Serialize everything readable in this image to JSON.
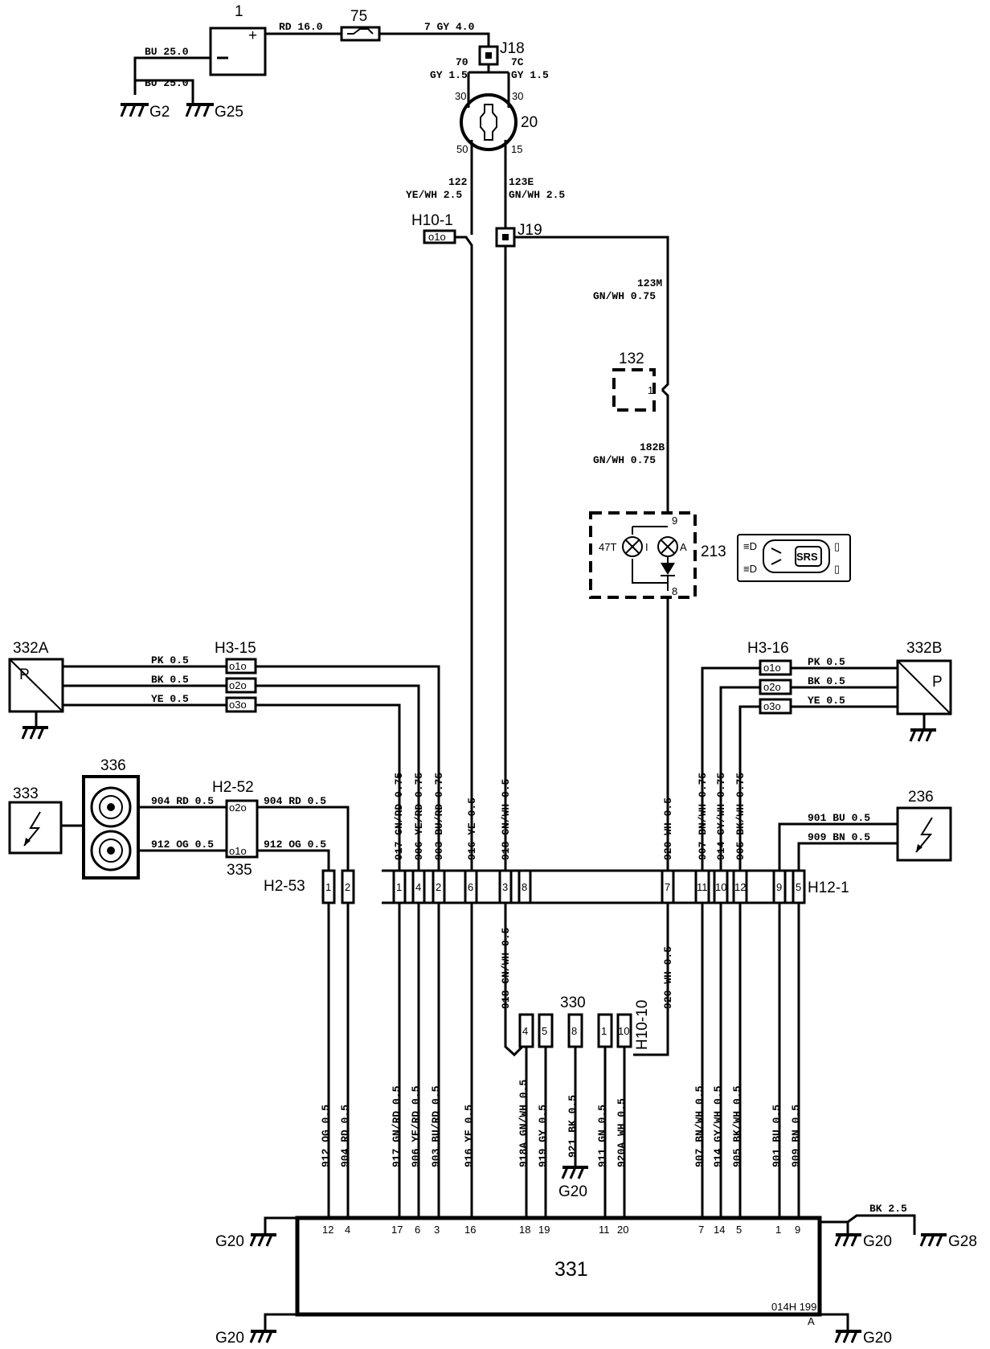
{
  "components": {
    "battery": "1",
    "fuse": "75",
    "ignition_switch": "20",
    "c132": "132",
    "instrument": "213",
    "sensor_left": "332A",
    "sensor_right": "332B",
    "c333": "333",
    "spiral_336": "336",
    "c335": "335",
    "c236": "236",
    "c330": "330",
    "ecu": "331",
    "srs_badge": "SRS",
    "sensor_symbol": "P"
  },
  "connectors": {
    "j18": "J18",
    "j19": "J19",
    "h10_1": "H10-1",
    "h3_15": "H3-15",
    "h3_16": "H3-16",
    "h2_52": "H2-52",
    "h2_53": "H2-53",
    "h12_1": "H12-1",
    "h10_10": "H10-10"
  },
  "grounds": {
    "g2": "G2",
    "g25": "G25",
    "g20": "G20",
    "g28": "G28"
  },
  "wires": {
    "bu25a": "BU 25.0",
    "bu25b": "BU 25.0",
    "rd16": "RD 16.0",
    "gy4": "7 GY 4.0",
    "w70_num": "70",
    "w70_col": "GY 1.5",
    "w7c_num": "7C",
    "w7c_col": "GY 1.5",
    "w122_num": "122",
    "w122_col": "YE/WH 2.5",
    "w123e_num": "123E",
    "w123e_col": "GN/WH 2.5",
    "w123m_num": "123M",
    "w123m_col": "GN/WH 0.75",
    "w182b_num": "182B",
    "w182b_col": "GN/WH 0.75",
    "pk05l": "PK 0.5",
    "bk05l": "BK 0.5",
    "ye05l": "YE 0.5",
    "pk05r": "PK 0.5",
    "bk05r": "BK 0.5",
    "ye05r": "YE 0.5",
    "w904a": "904 RD 0.5",
    "w904b": "904 RD 0.5",
    "w912a": "912 OG 0.5",
    "w912b": "912 OG 0.5",
    "w901": "901 BU 0.5",
    "w909": "909 BN 0.5",
    "bk25": "BK 2.5",
    "v917_075": "917 GN/RD 0.75",
    "v906_075": "906 YE/RD 0.75",
    "v903_075": "903 BU/RD 0.75",
    "v916a": "916 YE 0.5",
    "v918a": "918 GN/WH 0.5",
    "v920a": "920 WH 0.5",
    "v907_075": "907 BN/WH 0.75",
    "v914_075": "914 GY/WH 0.75",
    "v905_075": "905 BK/WH 0.75",
    "v918b": "918 GN/WH 0.5",
    "v920b": "920 WH 0.5",
    "v912": "912 OG 0.5",
    "v904": "904 RD 0.5",
    "v917": "917 GN/RD 0.5",
    "v906": "906 YE/RD 0.5",
    "v903": "903 BU/RD 0.5",
    "v916b": "916 YE 0.5",
    "v918a2": "918A GN/WH 0.5",
    "v919": "919 GY 0.5",
    "v921": "921 BK 0.5",
    "v911": "911 GN 0.5",
    "v920a2": "920A WH 0.5",
    "v907": "907 BN/WH 0.5",
    "v914": "914 GY/WH 0.5",
    "v905": "905 BK/WH 0.5",
    "v901": "901 BU 0.5",
    "v909": "909 BN 0.5"
  },
  "pins": {
    "sw30l": "30",
    "sw30r": "30",
    "sw50": "50",
    "sw15": "15",
    "p132": "1",
    "p213_9": "9",
    "p213_8": "8",
    "p213_47t": "47T",
    "p213_i": "I",
    "p213_a": "A",
    "ecu": [
      "12",
      "4",
      "17",
      "6",
      "3",
      "16",
      "18",
      "19",
      "11",
      "20",
      "7",
      "14",
      "5",
      "1",
      "9"
    ]
  },
  "footer": {
    "code": "014H 199",
    "rev": "A"
  }
}
